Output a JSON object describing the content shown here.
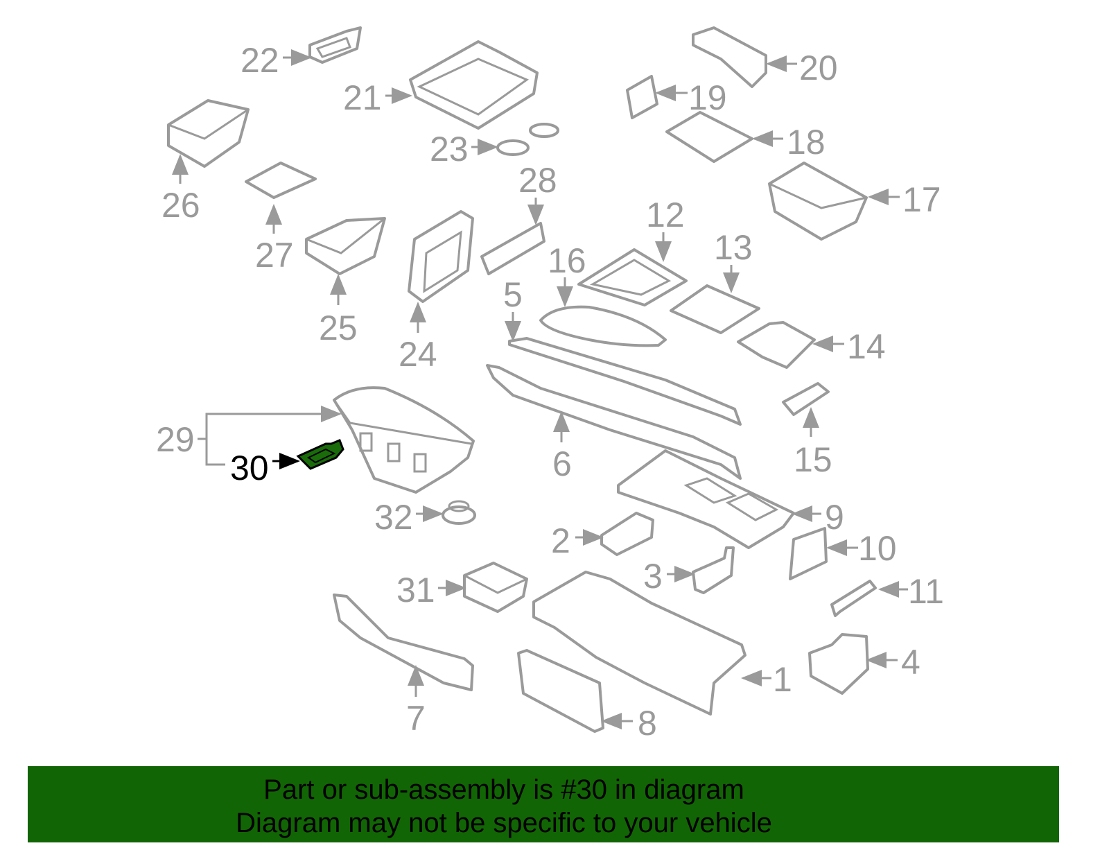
{
  "diagram": {
    "highlight_color": "#1a6b0a",
    "line_color": "#9a9a9a",
    "callouts": [
      "1",
      "2",
      "3",
      "4",
      "5",
      "6",
      "7",
      "8",
      "9",
      "10",
      "11",
      "12",
      "13",
      "14",
      "15",
      "16",
      "17",
      "18",
      "19",
      "20",
      "21",
      "22",
      "23",
      "24",
      "25",
      "26",
      "27",
      "28",
      "29",
      "30",
      "31",
      "32"
    ],
    "highlighted": "30"
  },
  "banner": {
    "line1": "Part or sub-assembly is #30 in diagram",
    "line2": "Diagram may not be specific to your vehicle",
    "color": "#126504"
  }
}
